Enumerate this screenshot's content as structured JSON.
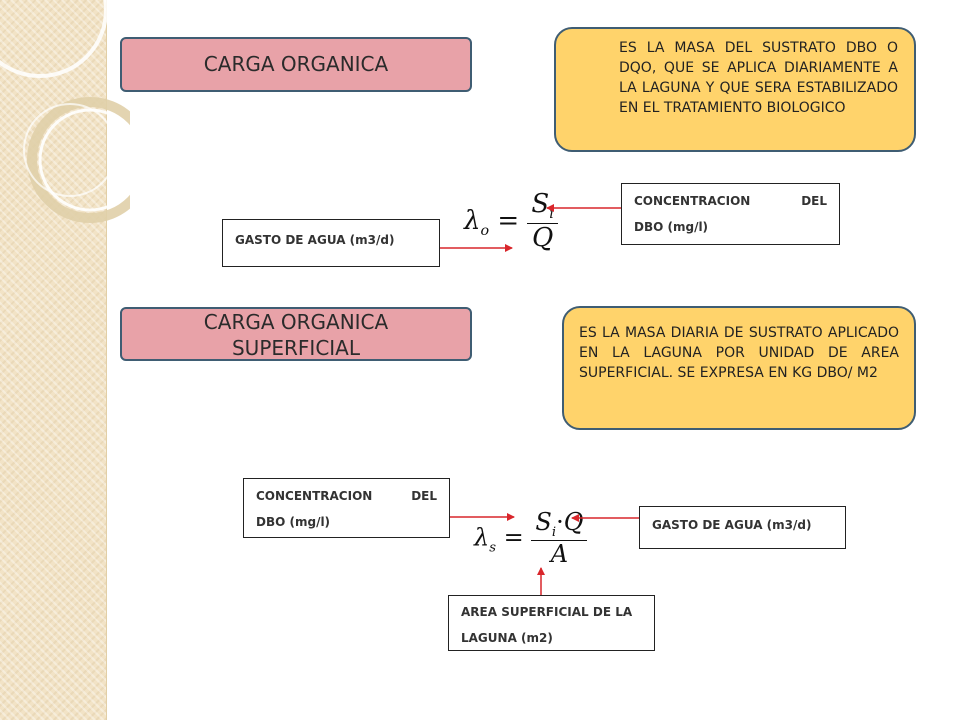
{
  "carga_organica": {
    "title": "CARGA ORGANICA",
    "definition": "ES LA MASA DEL SUSTRATO DBO O DQO, QUE SE APLICA DIARIAMENTE A LA LAGUNA Y QUE SERA ESTABILIZADO EN EL TRATAMIENTO BIOLOGICO",
    "formula": {
      "symbol": "λ",
      "subscript": "o",
      "equals": "=",
      "numerator": "S",
      "numerator_sub": "i",
      "denominator": "Q"
    },
    "label_gasto": "GASTO DE AGUA (m3/d)",
    "label_conc_word1": "CONCENTRACION",
    "label_conc_word2": "DEL",
    "label_conc_line2": "DBO  (mg/l)"
  },
  "carga_superficial": {
    "title_line1": "CARGA ORGANICA",
    "title_line2": "SUPERFICIAL",
    "definition_line1": "ES LA MASA DIARIA DE SUSTRATO APLICADO EN LA LAGUNA POR UNIDAD DE AREA SUPERFICIAL.",
    "definition_line2": "SE",
    "definition_line3": "EXPRESA EN KG DBO/ M2",
    "formula": {
      "symbol": "λ",
      "subscript": "s",
      "equals": "=",
      "numerator": "S",
      "numerator_sub": "i",
      "numerator_dot": "·",
      "numerator_q": "Q",
      "denominator": "A"
    },
    "label_conc_word1": "CONCENTRACION",
    "label_conc_word2": "DEL",
    "label_conc_line2": "DBO  (mg/l)",
    "label_gasto": "GASTO DE AGUA (m3/d)",
    "label_area_line1": "AREA SUPERFICIAL DE LA",
    "label_area_line2": "LAGUNA (m2)"
  },
  "colors": {
    "title_box": "#e8a2a8",
    "definition_box": "#ffd36b",
    "border": "#3f5d73",
    "arrow": "#d9262b",
    "side_band": "#f2e3c6"
  }
}
